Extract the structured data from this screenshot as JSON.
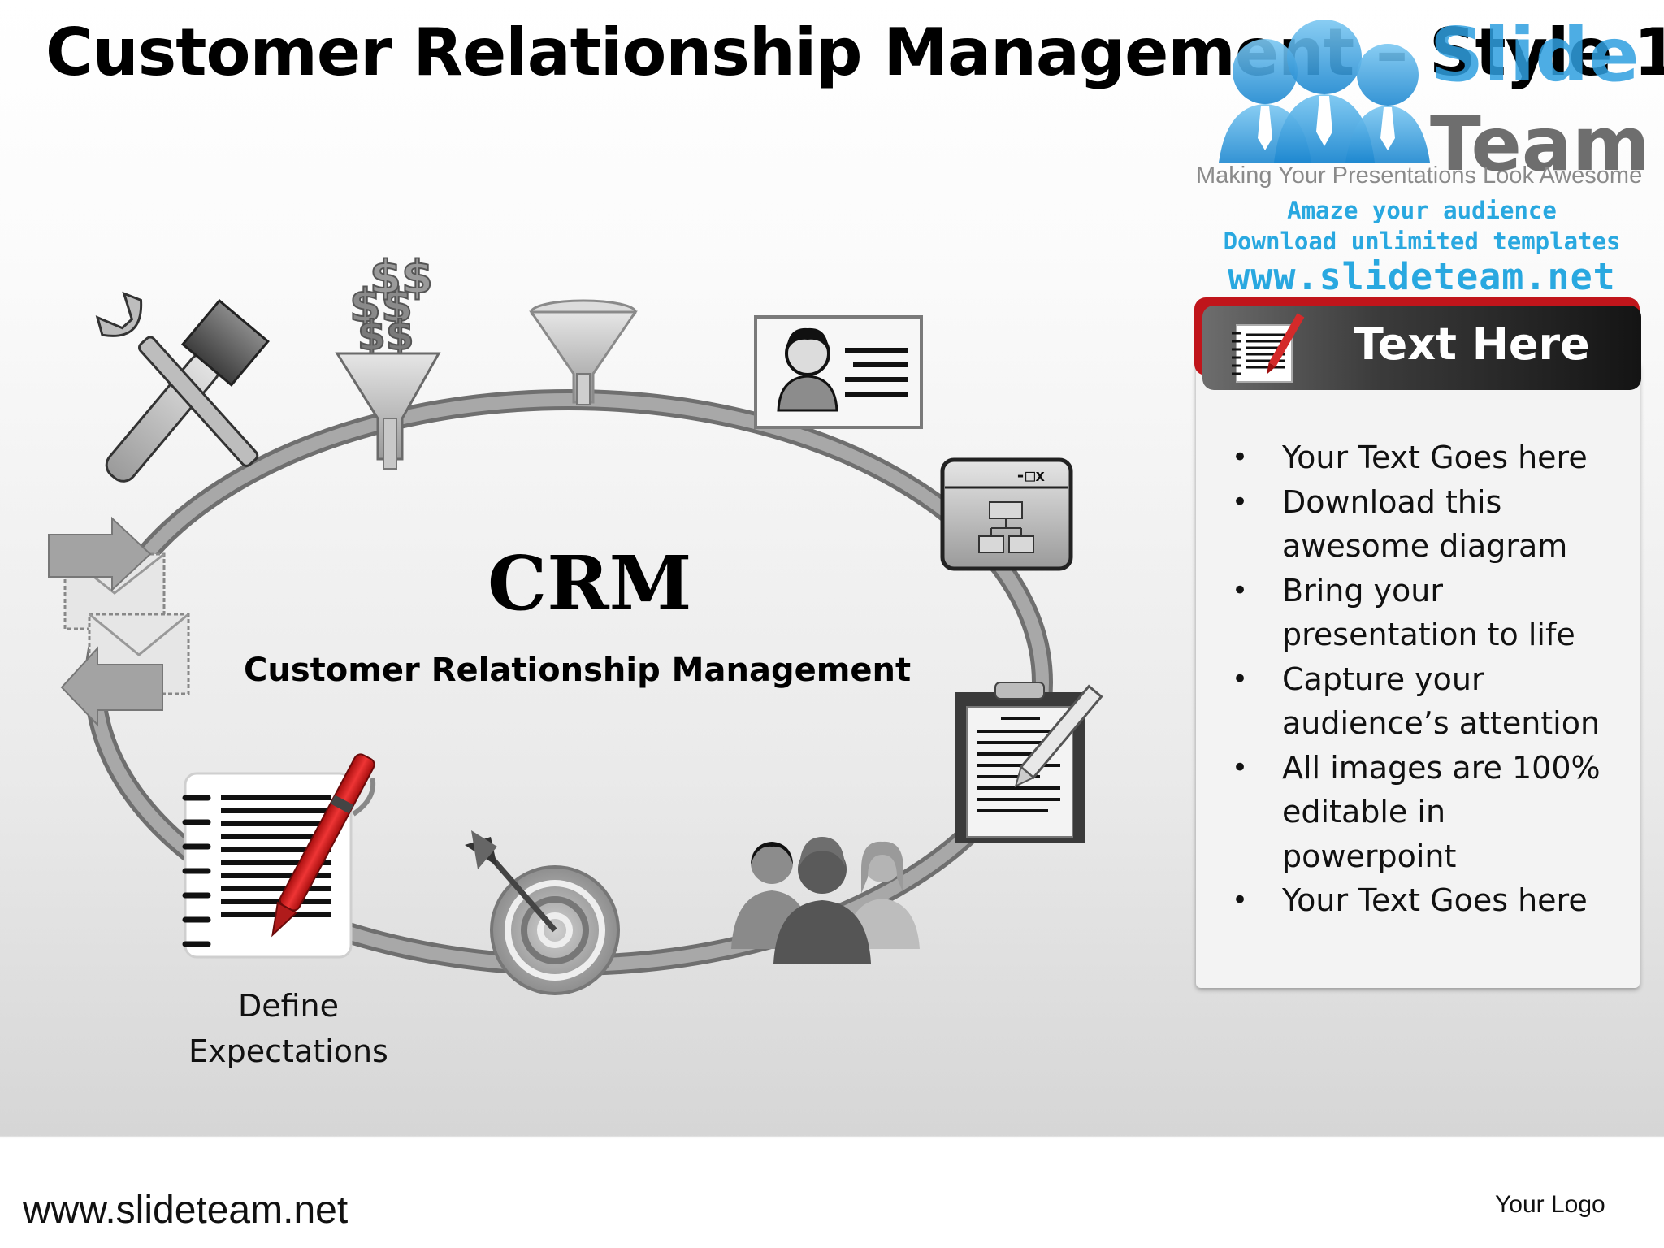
{
  "slide": {
    "title": "Customer Relationship Management – Style 1"
  },
  "logo": {
    "word1": "Slide",
    "word2": "Team",
    "tagline": "Making Your Presentations Look Awesome",
    "promo_line1": "Amaze your audience",
    "promo_line2": "Download unlimited templates",
    "url": "www.slideteam.net"
  },
  "diagram": {
    "center_heading": "CRM",
    "center_subtitle": "Customer Relationship Management",
    "step_label": "Define Expectations",
    "icons": [
      "money-funnel-icon",
      "funnel-icon",
      "contact-card-icon",
      "org-chart-window-icon",
      "clipboard-pencil-icon",
      "people-group-icon",
      "target-dart-icon",
      "notepad-pen-icon",
      "email-exchange-icon",
      "tools-icon"
    ],
    "colors": {
      "ring": "#8c8c8c",
      "accent_red": "#d11f1f"
    }
  },
  "text_panel": {
    "title": "Text Here",
    "bullets": [
      "Your Text Goes here",
      "Download this awesome diagram",
      "Bring your presentation to life",
      "Capture your audience’s attention",
      "All images are 100% editable in powerpoint",
      "Your Text Goes here"
    ],
    "colors": {
      "header_dark": "#141414",
      "header_red": "#c0151b",
      "card": "#f3f3f3"
    }
  },
  "footer": {
    "url": "www.slideteam.net",
    "logo_placeholder": "Your Logo"
  }
}
